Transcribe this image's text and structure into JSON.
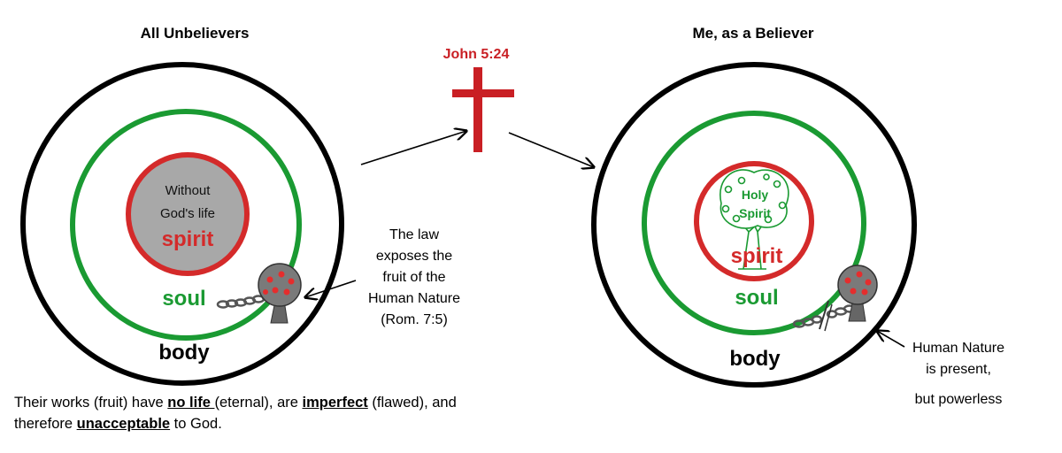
{
  "colors": {
    "spirit_ring": "#d42a2a",
    "soul_ring": "#1a9a32",
    "body_ring": "#000000",
    "cross": "#c91f24",
    "reference_text": "#c91f24",
    "spirit_fill_unbeliever": "#a8a8a8",
    "tree_trunk": "#666666",
    "tree_canopy": "#7a7a7a",
    "fruit": "#e52d2d",
    "chain": "#555555",
    "holy_spirit_tree": "#1a9a32"
  },
  "icons": {
    "cross": "cross-icon",
    "fruit_tree": "fruit-tree-icon",
    "holy_spirit_tree": "tree-icon",
    "chain": "chain-icon",
    "broken_chain": "broken-chain-icon"
  },
  "left": {
    "title": "All Unbelievers",
    "spirit_desc_line1": "Without",
    "spirit_desc_line2": "God's life",
    "spirit_label": "spirit",
    "soul_label": "soul",
    "body_label": "body"
  },
  "center": {
    "reference": "John 5:24"
  },
  "right": {
    "title": "Me, as a Believer",
    "holy_line1": "Holy",
    "holy_line2": "Spirit",
    "spirit_label": "spirit",
    "soul_label": "soul",
    "body_label": "body"
  },
  "notes": {
    "law_lines": [
      "The law",
      "exposes the",
      "fruit of the",
      "Human Nature",
      "(Rom. 7:5)"
    ],
    "nature_lines": [
      "Human Nature",
      "is present,",
      "but powerless"
    ]
  },
  "caption": {
    "p1": "Their works (fruit)  have ",
    "e1": "no life ",
    "p2": "(eternal), are ",
    "e2": "imperfect",
    "p3": " (flawed), and therefore ",
    "e3": "unacceptable",
    "p4": " to God."
  }
}
